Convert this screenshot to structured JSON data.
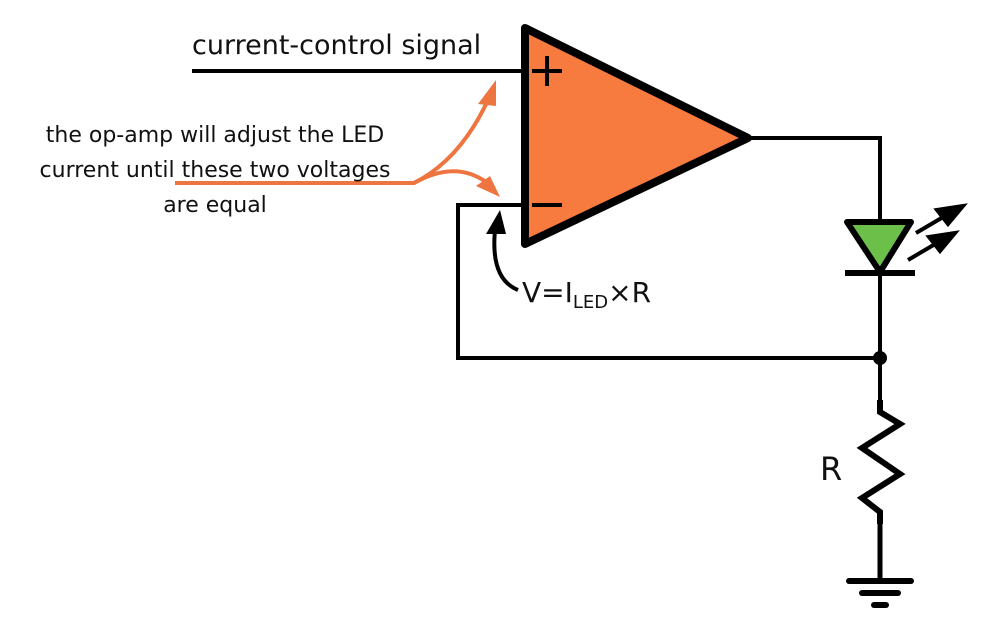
{
  "labels": {
    "signal": "current-control signal",
    "note_lines": [
      "the op-amp will adjust the LED",
      "current until these two voltages",
      "are equal"
    ],
    "equation_prefix": "V=I",
    "equation_sub": "LED",
    "equation_suffix": "×R",
    "resistor": "R",
    "plus": "+",
    "minus": "−"
  },
  "colors": {
    "opamp_fill": "#F77B3F",
    "led_fill": "#6CC04A",
    "annotation": "#EE7440",
    "wire": "#000000"
  }
}
